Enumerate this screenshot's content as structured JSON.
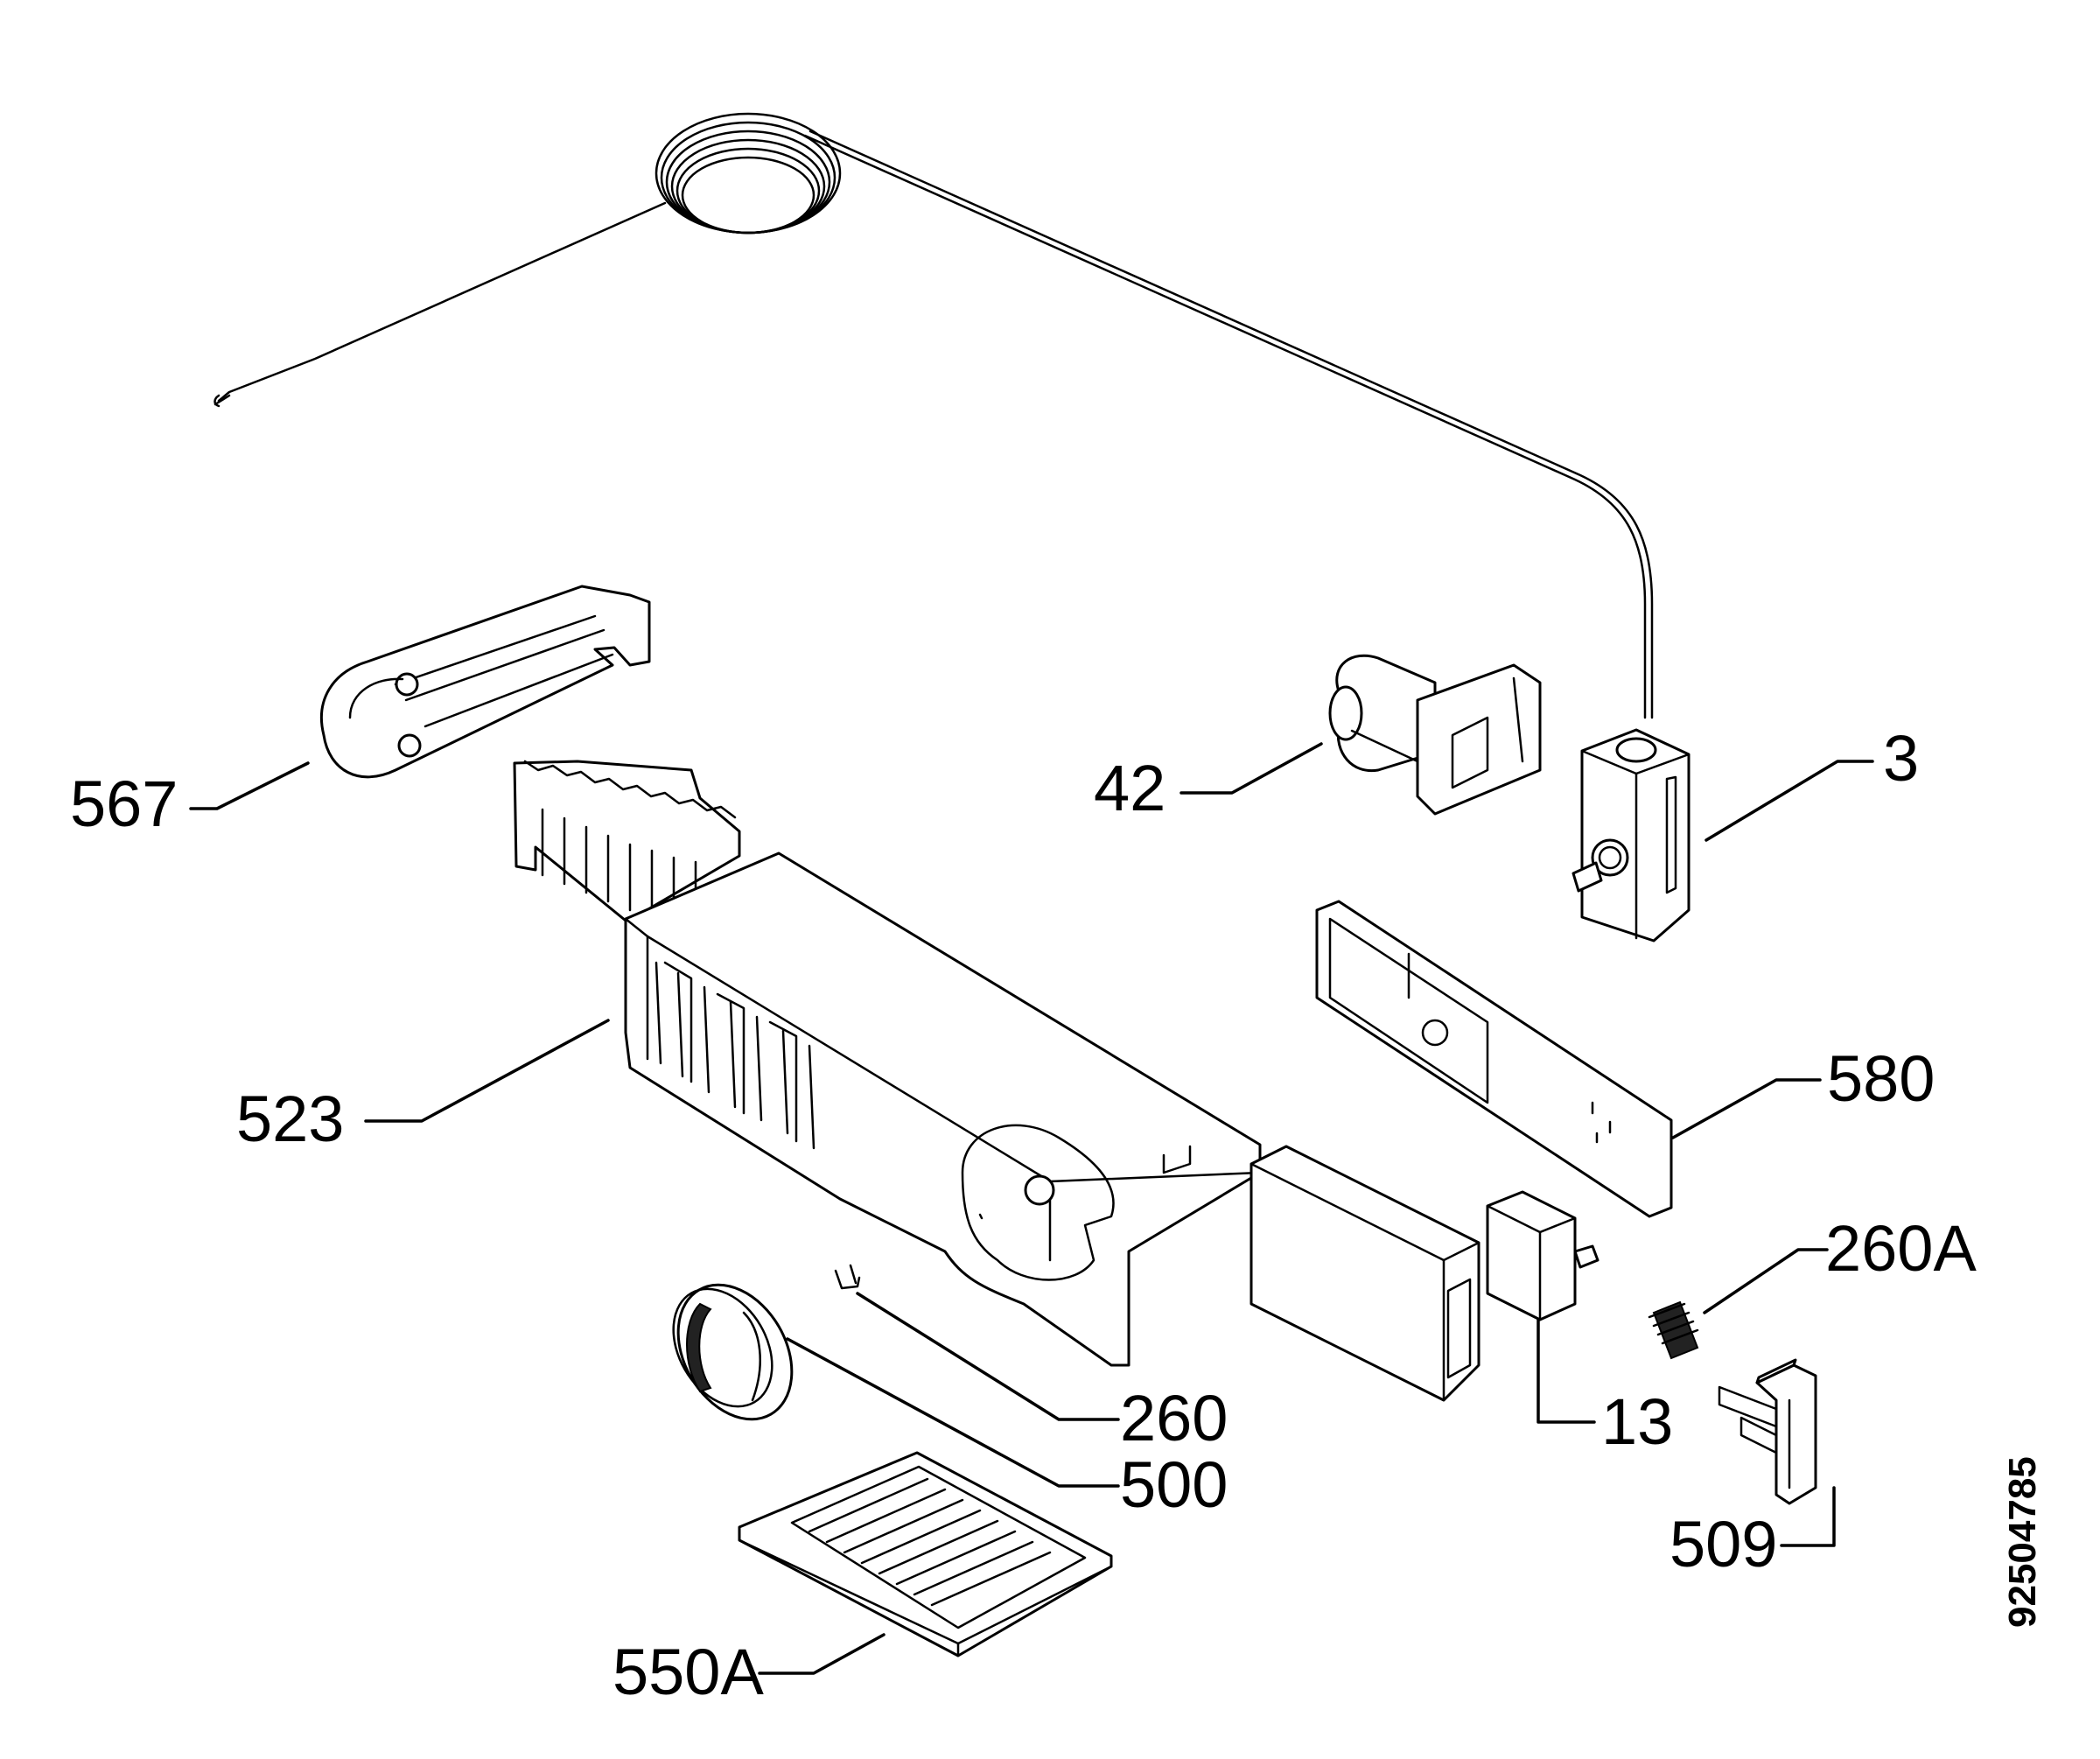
{
  "document_id": "92504785",
  "callouts": {
    "c3": "3",
    "c13": "13",
    "c42": "42",
    "c260": "260",
    "c260a": "260A",
    "c500": "500",
    "c509": "509",
    "c523": "523",
    "c550a": "550A",
    "c567": "567",
    "c580": "580"
  }
}
